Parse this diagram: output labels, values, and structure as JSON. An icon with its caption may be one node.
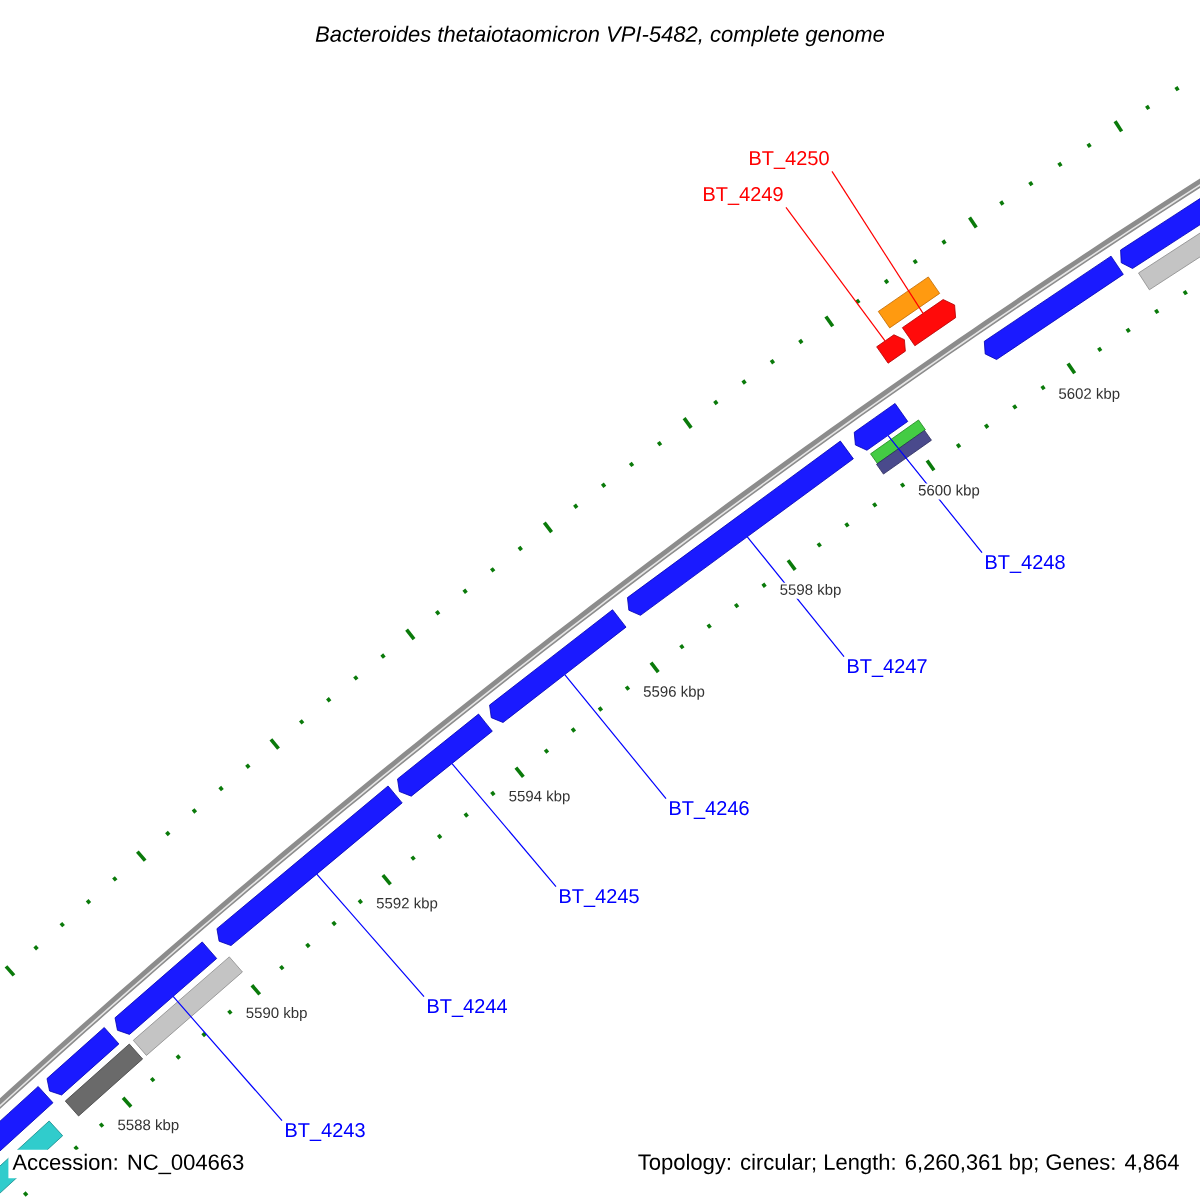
{
  "diagram": {
    "title": "Bacteroides thetaiotaomicron VPI-5482, complete genome",
    "nodes": [
      {
        "text": [
          "BT_4250"
        ]
      },
      {
        "text": [
          "BT_4249"
        ]
      },
      {
        "text": [
          "BT_4248"
        ]
      },
      {
        "text": [
          "BT_4247"
        ]
      },
      {
        "text": [
          "BT_4246"
        ]
      },
      {
        "text": [
          "BT_4245"
        ]
      },
      {
        "text": [
          "BT_4244"
        ]
      },
      {
        "text": [
          "BT_4243"
        ]
      },
      {
        "text": [],
        "shape": "arrow"
      },
      {
        "text": [],
        "shape": "box"
      },
      {
        "text": [],
        "shape": "arrow"
      },
      {
        "text": [],
        "shape": "box"
      },
      {
        "text": [],
        "shape": "arrow"
      },
      {
        "text": [],
        "shape": "box"
      },
      {
        "text": [],
        "shape": "arrow"
      },
      {
        "text": [],
        "shape": "arrow"
      },
      {
        "text": [],
        "shape": "arrow"
      },
      {
        "text": [],
        "shape": "arrow"
      },
      {
        "text": [],
        "shape": "arrow"
      },
      {
        "text": [],
        "shape": "box"
      },
      {
        "text": [],
        "shape": "arrow"
      },
      {
        "text": [],
        "shape": "box"
      },
      {
        "text": [],
        "shape": "box"
      },
      {
        "text": [],
        "shape": "arrow"
      },
      {
        "text": [],
        "shape": "arrow"
      },
      {
        "text": [],
        "shape": "arrow"
      },
      {
        "text": [],
        "shape": "box"
      }
    ],
    "edges": [
      {
        "from": 0,
        "to": 23,
        "arrow": "none",
        "color": "#ff0000"
      },
      {
        "from": 1,
        "to": 20,
        "arrow": "none",
        "color": "#ff0000"
      },
      {
        "from": 2,
        "to": 18,
        "arrow": "none"
      },
      {
        "from": 3,
        "to": 17,
        "arrow": "none"
      },
      {
        "from": 4,
        "to": 16,
        "arrow": "none"
      },
      {
        "from": 5,
        "to": 15,
        "arrow": "none"
      },
      {
        "from": 6,
        "to": 14,
        "arrow": "none"
      },
      {
        "from": 7,
        "to": 12,
        "arrow": "none"
      }
    ],
    "labels": [
      "5602 kbp",
      "5600 kbp",
      "5598 kbp",
      "5596 kbp",
      "5594 kbp",
      "5592 kbp",
      "5590 kbp",
      "5588 kbp",
      "Accession: NC_004663",
      "Topology: circular; Length: 6,260,361 bp; Genes: 4,864"
    ]
  }
}
